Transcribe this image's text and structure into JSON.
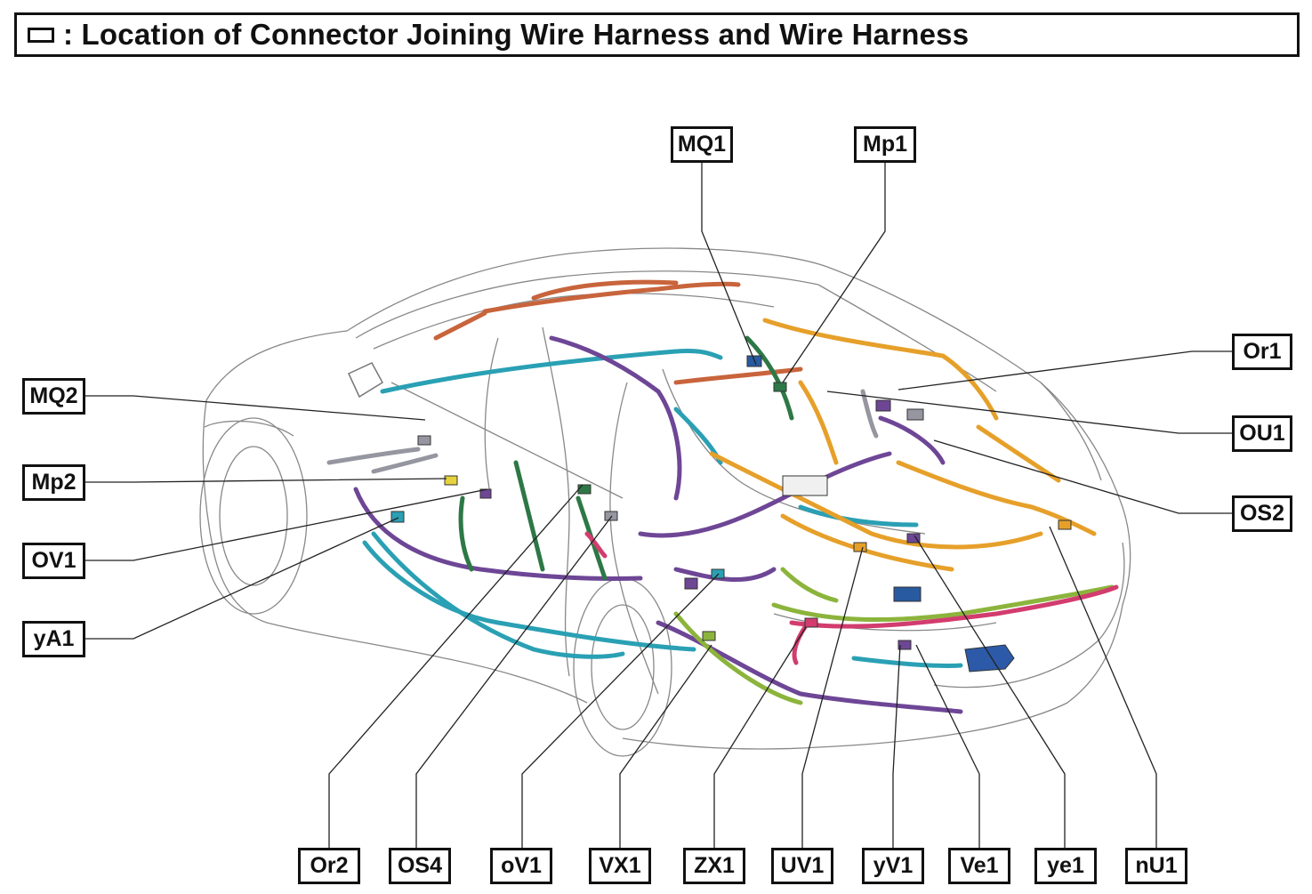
{
  "title": {
    "text": ": Location of Connector Joining Wire Harness and Wire Harness",
    "legend_icon": "rectangle-icon"
  },
  "connectors": {
    "MQ1": "MQ1",
    "Mp1": "Mp1",
    "Or1": "Or1",
    "OU1": "OU1",
    "OS2": "OS2",
    "MQ2": "MQ2",
    "Mp2": "Mp2",
    "OV1": "OV1",
    "yA1": "yA1",
    "Or2": "Or2",
    "OS4": "OS4",
    "oV1": "oV1",
    "VX1": "VX1",
    "ZX1": "ZX1",
    "UV1": "UV1",
    "yV1": "yV1",
    "Ve1": "Ve1",
    "ye1": "ye1",
    "nU1": "nU1"
  },
  "harness_colors": {
    "orange_roof": "#c8643c",
    "cyan": "#2aa0b4",
    "teal": "#1e8c8c",
    "purple": "#6e4696",
    "gold": "#e6a02a",
    "green": "#2d7846",
    "lime": "#8cb43c",
    "magenta": "#d23c6e",
    "blue": "#285aa0",
    "grey": "#9696a0"
  }
}
